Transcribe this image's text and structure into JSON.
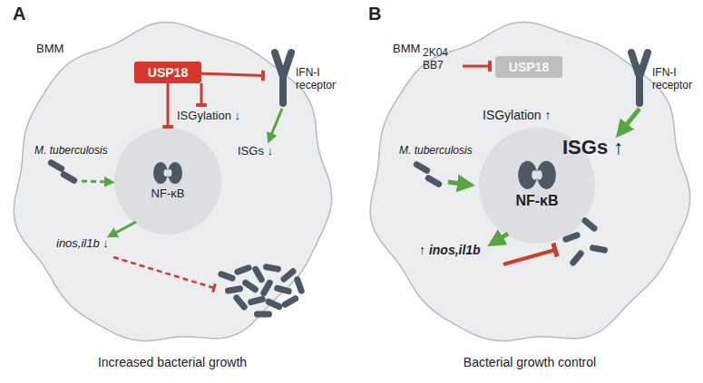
{
  "diagram": {
    "nodes": [
      {
        "text": [
          "BMM"
        ]
      },
      {
        "text": [
          "USP18"
        ],
        "in": 0
      },
      {
        "text": [
          "IFN-I receptor"
        ],
        "in": 0
      },
      {
        "text": [
          "NF-κB"
        ],
        "in": 0
      },
      {
        "text": [
          "BMM"
        ]
      },
      {
        "text": [
          "USP18"
        ],
        "in": 4
      },
      {
        "text": [
          "IFN-I receptor"
        ],
        "in": 4
      },
      {
        "text": [
          "NF-κB"
        ],
        "in": 4
      }
    ],
    "edges": [
      {
        "from": 1,
        "to": 2,
        "arrow": "to"
      },
      {
        "from": 1,
        "to": 3,
        "arrow": "to"
      }
    ],
    "labels": [
      "A",
      "ISGylation ↓",
      "ISGs ↓",
      "M. tuberculosis",
      "inos,il1b ↓",
      "Increased bacterial growth",
      "B",
      "2K04 BB7",
      "ISGylation ↑",
      "ISGs ↑",
      "M. tuberculosis",
      "↑ inos,il1b",
      "Bacterial growth control"
    ]
  }
}
